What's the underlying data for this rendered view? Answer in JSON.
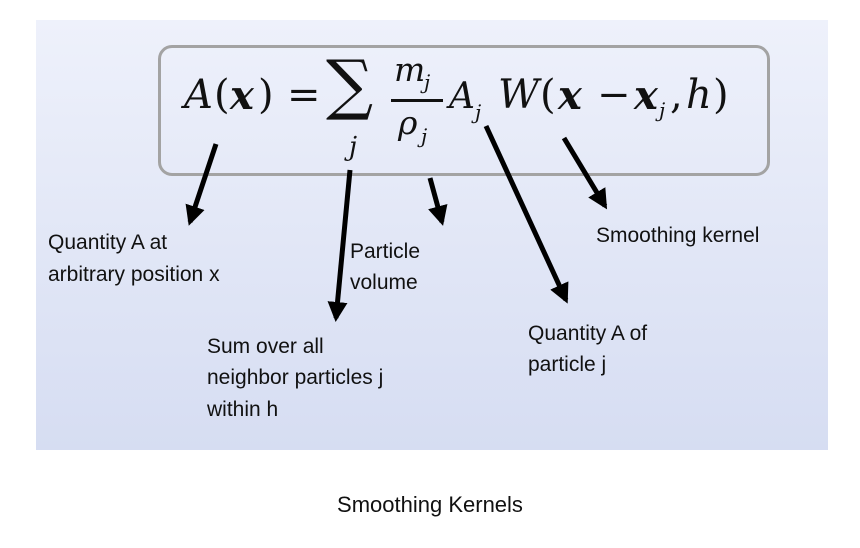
{
  "equation": {
    "lhs_A": "A",
    "lhs_paren_open": "(",
    "lhs_x": "x",
    "lhs_paren_close": ")",
    "equals": "=",
    "sum_symbol": "∑",
    "sum_index": "j",
    "frac_num": "m",
    "frac_num_sub": "j",
    "frac_den": "ρ",
    "frac_den_sub": "j",
    "term_A": "A",
    "term_A_sub": "j",
    "kernel_W": "W",
    "kernel_open": "(",
    "kernel_x": "x",
    "kernel_minus": "−",
    "kernel_xj": "x",
    "kernel_xj_sub": "j",
    "kernel_comma": ",",
    "kernel_h": "h",
    "kernel_close": ")"
  },
  "labels": {
    "quantity_a_line1": "Quantity A at",
    "quantity_a_line2": "arbitrary position x",
    "sum_line1": "Sum over all",
    "sum_line2": "neighbor particles j",
    "sum_line3": "within h",
    "volume_line1": "Particle",
    "volume_line2": "volume",
    "particle_a_line1": "Quantity A of",
    "particle_a_line2": "particle j",
    "kernel": "Smoothing kernel"
  },
  "caption": "Smoothing Kernels",
  "colors": {
    "background_top": "#eef1fb",
    "background_bottom": "#d6ddf2",
    "box_border": "#a3a3a3",
    "arrow": "#000000"
  }
}
